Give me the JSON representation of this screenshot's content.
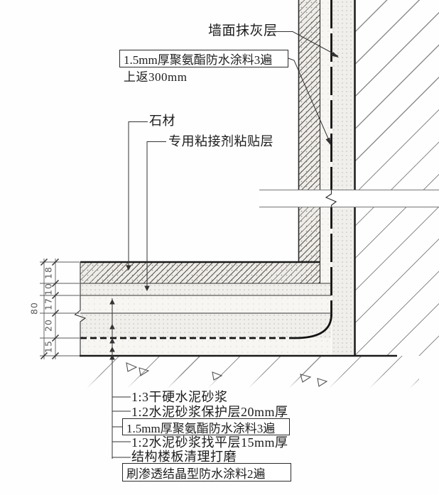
{
  "drawing_type": "wall-floor waterproofing construction detail",
  "colors": {
    "ink": "#2a2a2a",
    "paper": "#ffffff"
  },
  "labels": {
    "wall_plaster": "墙面抹灰层",
    "waterproof_upturn_boxed": "1.5mm厚聚氨酯防水涂料3遍",
    "upturn_note": "上返300mm",
    "stone": "石材",
    "adhesive": "专用粘接剂粘贴层"
  },
  "floor_callouts": [
    {
      "text": "1:3干硬水泥砂浆",
      "boxed": false
    },
    {
      "text": "1:2水泥砂浆保护层20mm厚",
      "boxed": false
    },
    {
      "text": "1.5mm厚聚氨酯防水涂料3遍",
      "boxed": true
    },
    {
      "text": "1:2水泥砂浆找平层15mm厚",
      "boxed": false
    },
    {
      "text": "结构楼板清理打磨",
      "boxed": false
    },
    {
      "text": "刷渗透结晶型防水涂料2遍",
      "boxed": true
    }
  ],
  "dimensions": {
    "total": "80",
    "segments": [
      "18",
      "10",
      "17",
      "20",
      "15"
    ]
  }
}
